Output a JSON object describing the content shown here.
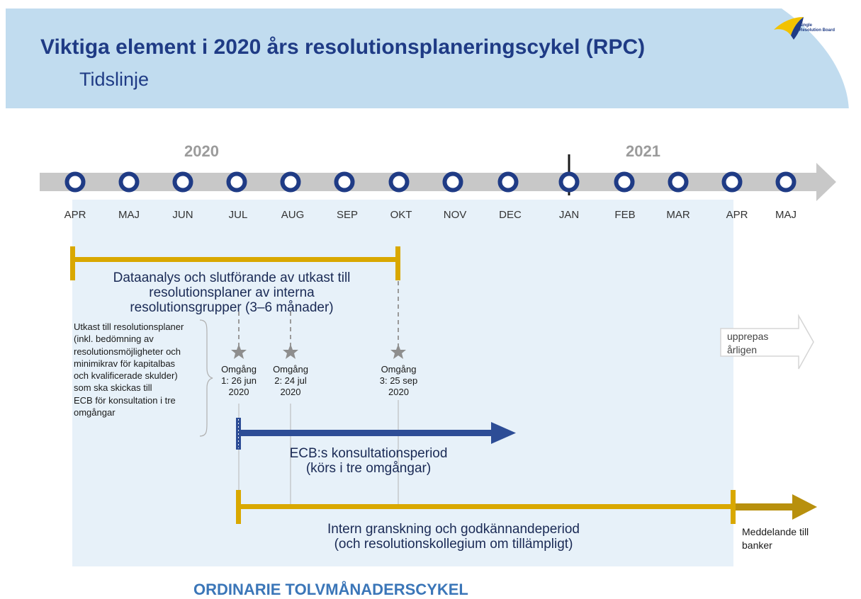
{
  "header": {
    "title": "Viktiga element i 2020 års resolutionsplaneringscykel (RPC)",
    "subtitle": "Tidslinje",
    "logo_text": [
      "Single",
      "Resolution Board"
    ]
  },
  "timeline": {
    "years": [
      "2020",
      "2021"
    ],
    "months": [
      "APR",
      "MAJ",
      "JUN",
      "JUL",
      "AUG",
      "SEP",
      "OKT",
      "NOV",
      "DEC",
      "JAN",
      "FEB",
      "MAR",
      "APR",
      "MAJ"
    ]
  },
  "phases": {
    "data_analysis": [
      "Dataanalys och slutförande av utkast till",
      "resolutionsplaner av interna",
      "resolutionsgrupper (3–6 månader)"
    ],
    "ecb_consultation": [
      "ECB:s konsultationsperiod",
      "(körs i tre omgångar)"
    ],
    "internal_review": [
      "Intern granskning och godkännandeperiod",
      "(och resolutionskollegium om tillämpligt)"
    ]
  },
  "drafts_note": [
    "Utkast till resolutionsplaner",
    "(inkl. bedömning av",
    "resolutionsmöjligheter och",
    "minimikrav för kapitalbas",
    "och kvalificerade skulder)",
    "som ska skickas till",
    "ECB för konsultation i tre",
    "omgångar"
  ],
  "rounds": [
    {
      "lines": [
        "Omgång",
        "1: 26 jun",
        "2020"
      ]
    },
    {
      "lines": [
        "Omgång",
        "2: 24 jul",
        "2020"
      ]
    },
    {
      "lines": [
        "Omgång",
        "3: 25 sep",
        "2020"
      ]
    }
  ],
  "repeat_label": [
    "upprepas",
    "årligen"
  ],
  "bank_notice": [
    "Meddelande till",
    "banker"
  ],
  "footer": "ORDINARIE TOLVMÅNADERSCYKEL",
  "colors": {
    "header_bg": "#c1dcef",
    "title": "#1f3b85",
    "cycle_bg": "#e7f1f9",
    "timeline_arrow": "#c8c8c8",
    "node": "#1f3b85",
    "gold": "#d9a800",
    "dark_gold": "#b8900d",
    "ecb_blue": "#2d4d96",
    "footer": "#3b76b8"
  }
}
